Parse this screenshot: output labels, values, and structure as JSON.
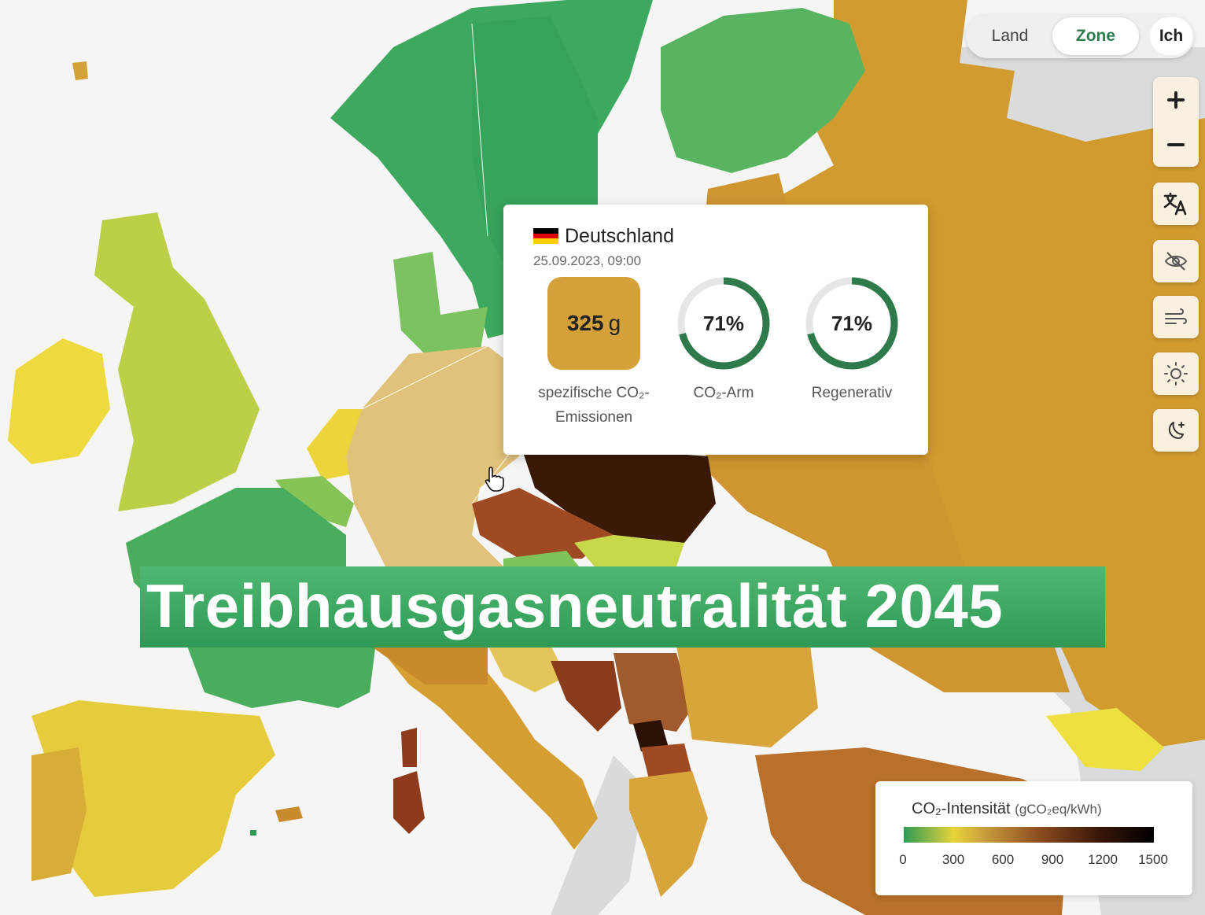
{
  "view_toggle": {
    "options": [
      "Land",
      "Zone",
      "Ich"
    ],
    "selected": "Zone"
  },
  "map_controls": {
    "zoom_in_label": "+",
    "zoom_out_label": "−",
    "icons": [
      "translate-icon",
      "eye-off-icon",
      "wind-icon",
      "sun-icon",
      "moon-icon"
    ]
  },
  "tooltip": {
    "country": "Deutschland",
    "datetime": "25.09.2023, 09:00",
    "co2_value": "325",
    "co2_unit": "g",
    "co2_label_line1": "spezifische CO₂-",
    "co2_label_line2": "Emissionen",
    "low_carbon_value": "71%",
    "low_carbon_fraction": 0.71,
    "low_carbon_label": "CO₂-Arm",
    "renewable_value": "71%",
    "renewable_fraction": 0.71,
    "renewable_label": "Regenerativ",
    "box_color": "#d4a13a",
    "ring_color": "#2f7a4a"
  },
  "banner": {
    "text": "Treibhausgasneutralität 2045",
    "color": "#35a05a"
  },
  "legend": {
    "title": "CO₂-Intensität",
    "unit": "(gCO₂eq/kWh)",
    "ticks": [
      "0",
      "300",
      "600",
      "900",
      "1200",
      "1500"
    ]
  }
}
